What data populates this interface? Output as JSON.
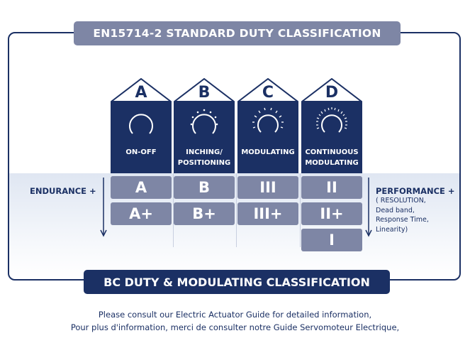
{
  "top_title": "EN15714-2 STANDARD DUTY CLASSIFICATION",
  "bottom_title": "BC DUTY & MODULATING CLASSIFICATION",
  "columns": [
    {
      "letter": "A",
      "label_line1": "ON-OFF",
      "label_line2": ""
    },
    {
      "letter": "B",
      "label_line1": "INCHING/",
      "label_line2": "POSITIONING"
    },
    {
      "letter": "C",
      "label_line1": "MODULATING",
      "label_line2": ""
    },
    {
      "letter": "D",
      "label_line1": "CONTINUOUS",
      "label_line2": "MODULATING"
    }
  ],
  "grid": {
    "row1": [
      "A",
      "B",
      "III",
      "II"
    ],
    "row2": [
      "A+",
      "B+",
      "III+",
      "II+"
    ],
    "row3_d": "I"
  },
  "endurance_label": "ENDURANCE +",
  "performance_label": "PERFORMANCE +",
  "performance_notes": [
    "( RESOLUTION,",
    "Dead band,",
    "Response Time,",
    "Linearity)"
  ],
  "footer": [
    "Please consult our Electric Actuator Guide for detailed information,",
    "Pour plus d'information, merci de consulter notre Guide Servomoteur Electrique,"
  ],
  "colors": {
    "navy": "#1b3064",
    "slate": "#7e86a5"
  },
  "icons": [
    "dial-on-off-icon",
    "dial-inching-icon",
    "dial-modulating-icon",
    "dial-continuous-icon"
  ]
}
